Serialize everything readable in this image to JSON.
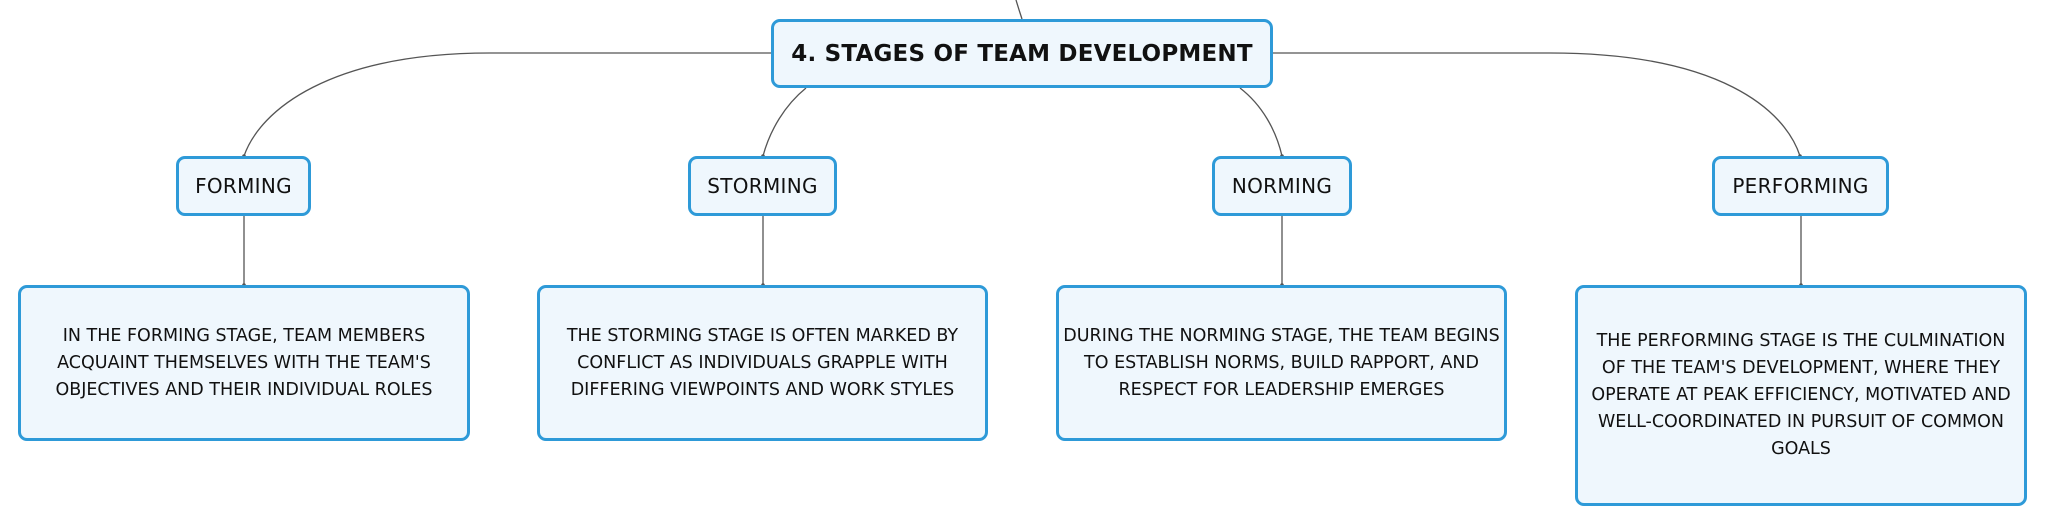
{
  "diagram": {
    "root": {
      "label": "4. STAGES OF TEAM DEVELOPMENT"
    },
    "stages": [
      {
        "label": "FORMING",
        "description": "IN THE FORMING STAGE, TEAM MEMBERS ACQUAINT THEMSELVES WITH THE TEAM'S OBJECTIVES AND THEIR INDIVIDUAL ROLES"
      },
      {
        "label": "STORMING",
        "description": "THE STORMING STAGE IS OFTEN MARKED BY CONFLICT AS INDIVIDUALS GRAPPLE WITH DIFFERING VIEWPOINTS AND WORK STYLES"
      },
      {
        "label": "NORMING",
        "description": "DURING THE NORMING STAGE, THE TEAM BEGINS TO ESTABLISH NORMS, BUILD RAPPORT, AND RESPECT FOR LEADERSHIP EMERGES"
      },
      {
        "label": "PERFORMING",
        "description": "THE PERFORMING STAGE IS THE CULMINATION OF THE TEAM'S DEVELOPMENT, WHERE THEY OPERATE AT PEAK EFFICIENCY, MOTIVATED AND WELL-COORDINATED IN PURSUIT OF COMMON GOALS"
      }
    ]
  },
  "colors": {
    "node_border": "#2e9ad8",
    "node_fill": "#eff7fd",
    "connector": "#555555",
    "text": "#111111"
  }
}
